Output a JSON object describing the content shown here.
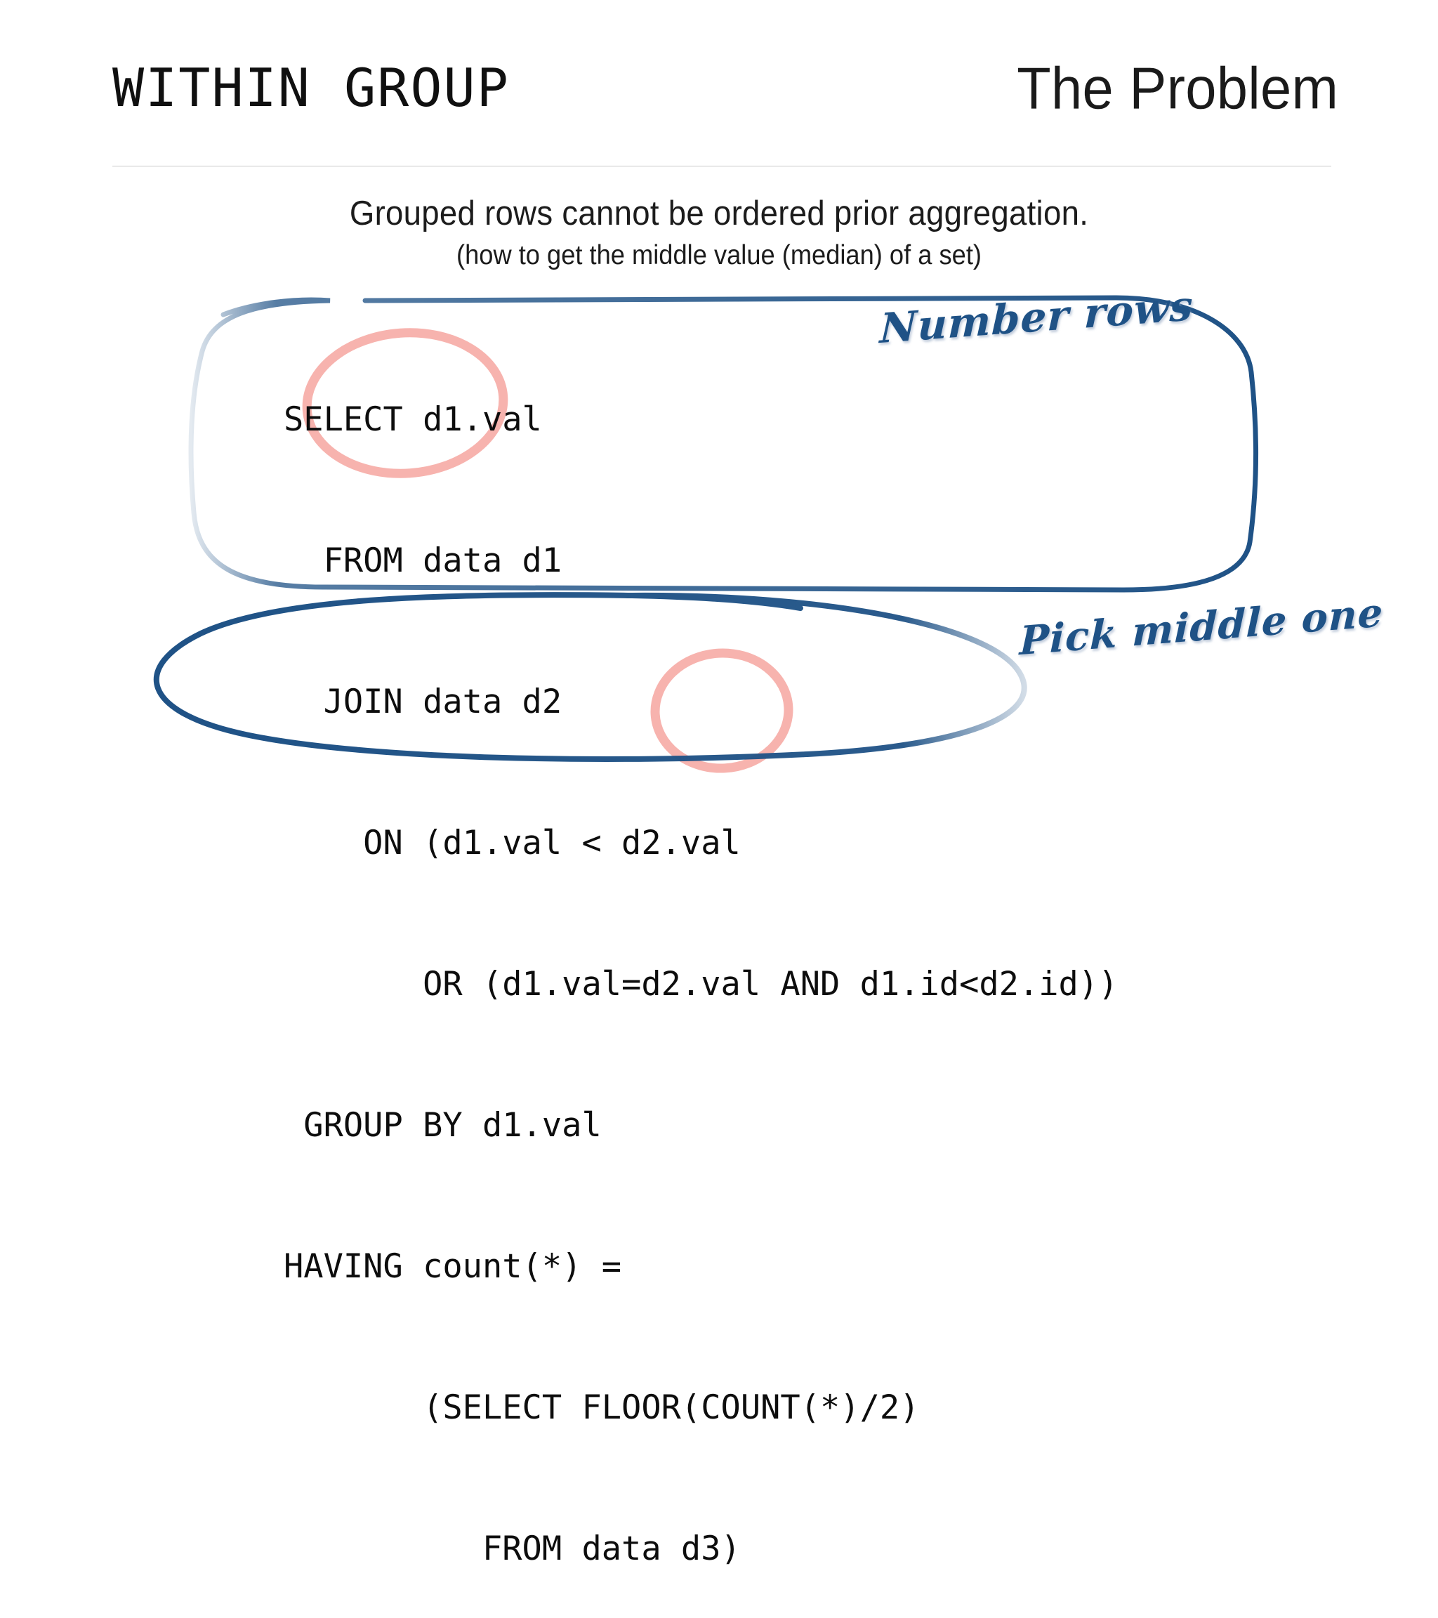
{
  "slide": {
    "title": "WITHIN GROUP",
    "section": "The Problem",
    "lede_main": "Grouped rows cannot be ordered prior aggregation.",
    "lede_sub": "(how to get the middle value (median) of a set)"
  },
  "code": {
    "lines": [
      "SELECT d1.val",
      "  FROM data d1",
      "  JOIN data d2",
      "    ON (d1.val < d2.val",
      "       OR (d1.val=d2.val AND d1.id<d2.id))",
      " GROUP BY d1.val",
      "HAVING count(*) =",
      "       (SELECT FLOOR(COUNT(*)/2)",
      "          FROM data d3)"
    ]
  },
  "annotations": {
    "number_rows": "Number rows",
    "pick_middle_one": "Pick middle one"
  },
  "colors": {
    "ink_blue": "#1f5286",
    "highlight_pink": "#f7b3ae",
    "text": "#101010",
    "rule": "#c8c8c8",
    "background": "#ffffff"
  }
}
